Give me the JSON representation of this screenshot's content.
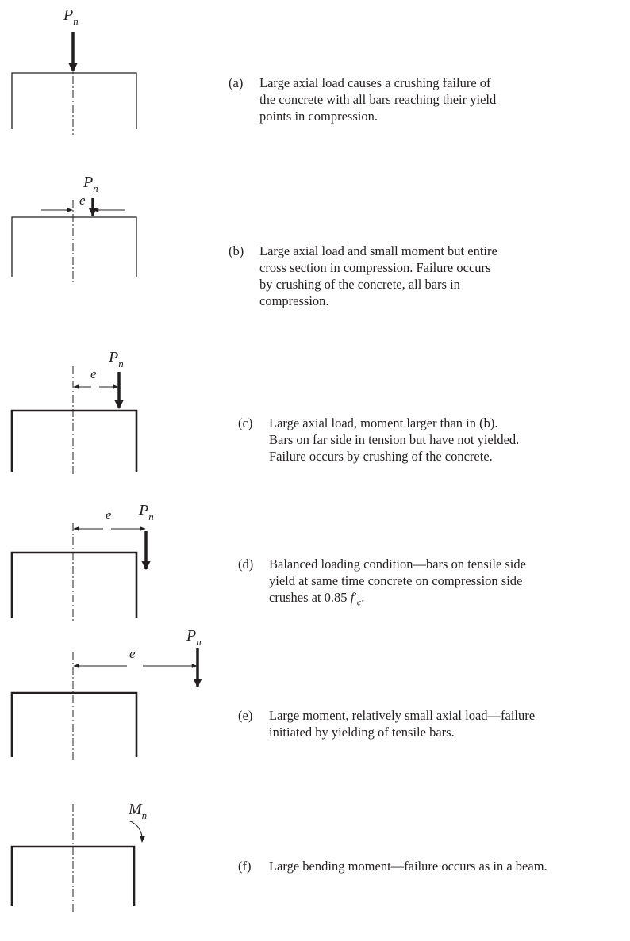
{
  "symbols": {
    "load": "P",
    "load_sub": "n",
    "moment": "M",
    "moment_sub": "n",
    "eccentricity": "e"
  },
  "cases": [
    {
      "tag": "(a)",
      "lines": [
        "Large axial load causes a crushing failure of",
        "the concrete with all bars reaching their yield",
        "points in compression."
      ]
    },
    {
      "tag": "(b)",
      "lines": [
        "Large axial load and small moment but entire",
        "cross section in compression. Failure occurs",
        "by crushing of the concrete, all bars in",
        "compression."
      ]
    },
    {
      "tag": "(c)",
      "lines": [
        "Large axial load, moment larger than in (b).",
        "Bars on far side in tension but have not yielded.",
        "Failure occurs by crushing of the concrete."
      ]
    },
    {
      "tag": "(d)",
      "lines": [
        "Balanced loading condition—bars on tensile side",
        "yield at same time concrete on compression side"
      ],
      "last_line": {
        "prefix": "crushes at 0.85 ",
        "f": "f",
        "prime": "′",
        "sub": "c",
        "suffix": "."
      }
    },
    {
      "tag": "(e)",
      "lines": [
        "Large moment, relatively small axial load—failure",
        "initiated by yielding of tensile bars."
      ]
    },
    {
      "tag": "(f)",
      "lines": [
        "Large bending moment—failure occurs as in a beam."
      ]
    }
  ],
  "colors": {
    "ink": "#231f20",
    "background": "#ffffff"
  }
}
